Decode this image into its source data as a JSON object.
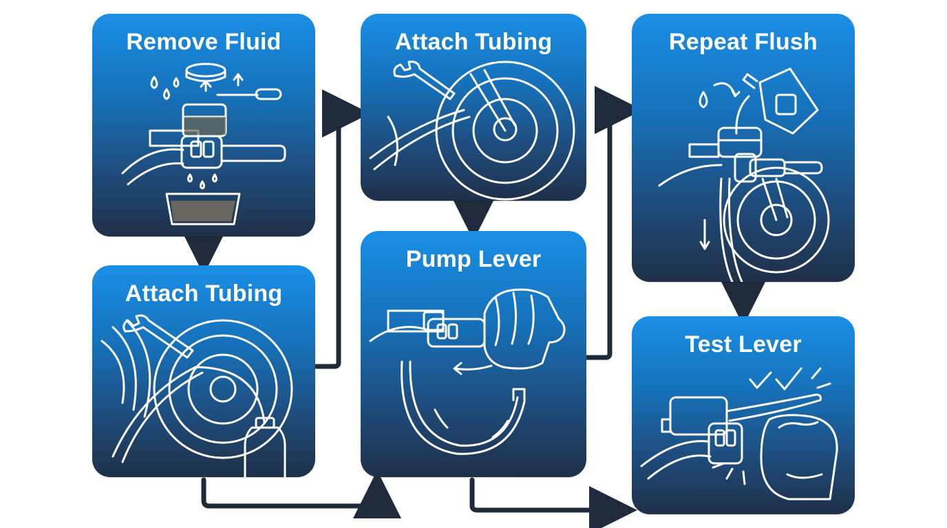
{
  "steps": [
    {
      "id": "remove-fluid",
      "title": "Remove Fluid"
    },
    {
      "id": "attach-tubing-1",
      "title": "Attach Tubing"
    },
    {
      "id": "attach-tubing-2",
      "title": "Attach Tubing"
    },
    {
      "id": "pump-lever",
      "title": "Pump Lever"
    },
    {
      "id": "repeat-flush",
      "title": "Repeat Flush"
    },
    {
      "id": "test-lever",
      "title": "Test Lever"
    }
  ],
  "colors": {
    "card_top": "#1a8fe6",
    "card_bottom": "#1f3048",
    "connector": "#1f2a3a",
    "line_art": "#ffffff"
  },
  "icons": [
    "fluid-drops-icon",
    "reservoir-cap-icon",
    "screwdriver-icon",
    "drain-container-icon",
    "wrench-icon",
    "brake-disc-icon",
    "bottle-icon",
    "tubing-icon",
    "gloved-hand-icon",
    "lever-icon",
    "fluid-jug-icon",
    "wheel-icon",
    "checkmark-icon"
  ]
}
